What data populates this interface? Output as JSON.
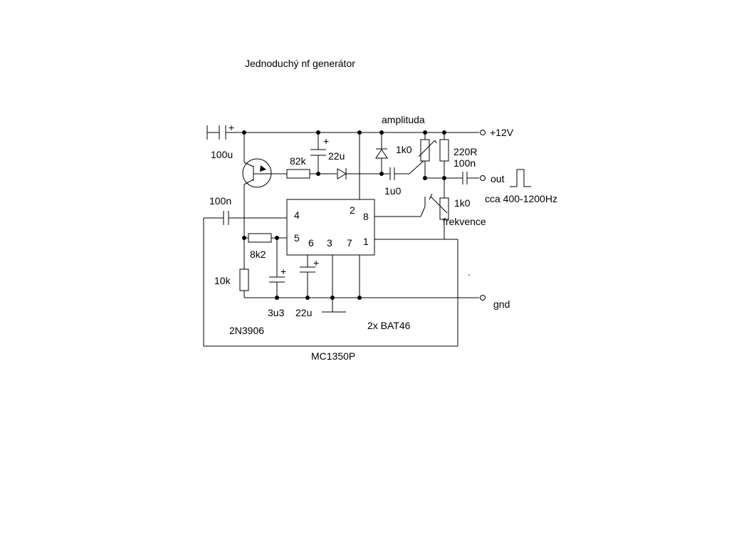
{
  "title": "Jednoduchý nf generátor",
  "labels": {
    "supply": "+12V",
    "out": "out",
    "gnd": "gnd",
    "freq_range": "cca 400-1200Hz",
    "amplitude": "amplituda",
    "frequency": "frekvence",
    "transistor": "2N3906",
    "diodes": "2x BAT46",
    "ic": "MC1350P"
  },
  "components": {
    "c_100u": "100u",
    "c_100n_in": "100n",
    "r_82k": "82k",
    "c_22u_top": "22u",
    "r_1k0_amp": "1k0",
    "r_220r": "220R",
    "c_100n_out": "100n",
    "c_1u0": "1u0",
    "r_1k0_freq": "1k0",
    "r_8k2": "8k2",
    "r_10k": "10k",
    "c_3u3": "3u3",
    "c_22u_bottom": "22u"
  },
  "polarity": "+",
  "ic_pins": [
    "4",
    "5",
    "6",
    "3",
    "7",
    "1",
    "2",
    "8"
  ]
}
